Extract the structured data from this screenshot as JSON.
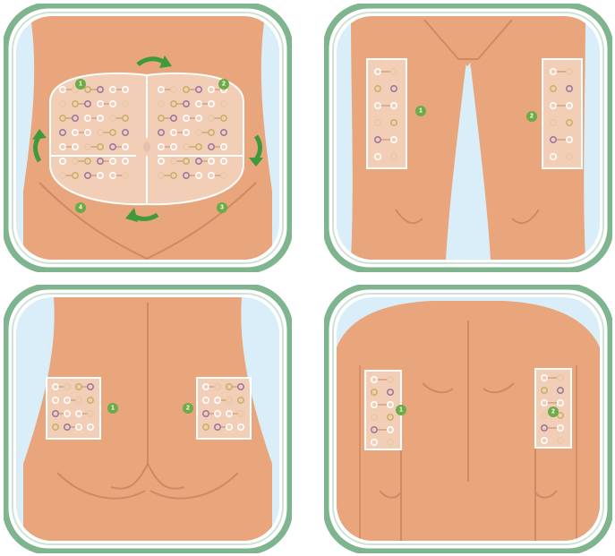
{
  "panels": [
    {
      "name": "abdomen",
      "zones": [
        {
          "label": "1"
        },
        {
          "label": "2"
        },
        {
          "label": "3"
        },
        {
          "label": "4"
        }
      ]
    },
    {
      "name": "thighs",
      "zones": [
        {
          "label": "1"
        },
        {
          "label": "2"
        }
      ]
    },
    {
      "name": "buttocks",
      "zones": [
        {
          "label": "1"
        },
        {
          "label": "2"
        }
      ]
    },
    {
      "name": "upper-arms",
      "zones": [
        {
          "label": "1"
        },
        {
          "label": "2"
        }
      ]
    }
  ],
  "colors": {
    "frame_outer": "#7eb48e",
    "frame_inner": "#ffffff",
    "sky": "#d9eef8",
    "skin": "#e9a57c",
    "skin_shadow": "#cf8a63",
    "zone_fill": "#f4dccb",
    "badge": "#6cab48",
    "arrow": "#3e9a3a"
  }
}
